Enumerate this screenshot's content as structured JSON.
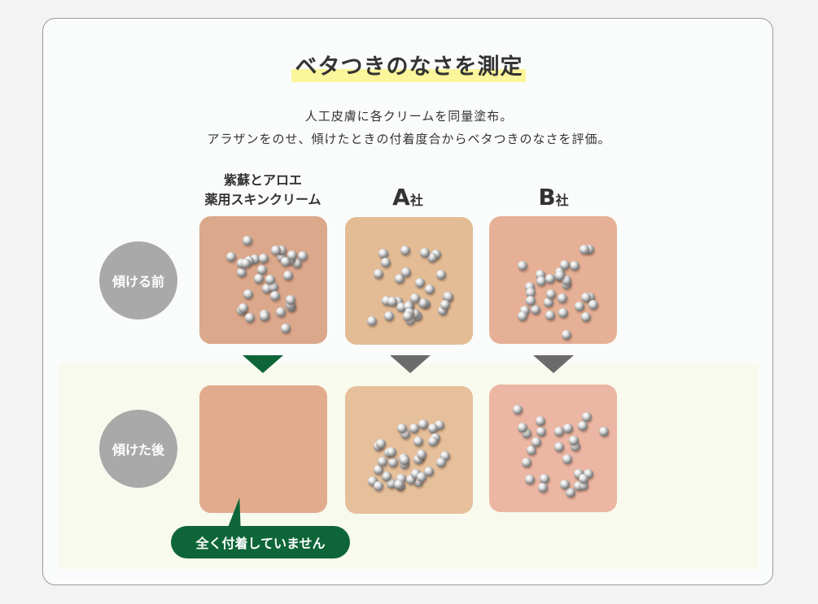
{
  "title": "ベタつきのなさを測定",
  "description": [
    "人工皮膚に各クリームを同量塗布。",
    "アラザンをのせ、傾けたときの付着度合からベタつきのなさを評価。"
  ],
  "columns": [
    {
      "label_line1": "紫蘇とアロエ",
      "label_line2": "薬用スキンクリーム"
    },
    {
      "label": "A",
      "suffix": "社"
    },
    {
      "label": "B",
      "suffix": "社"
    }
  ],
  "rows": [
    {
      "label": "傾ける前"
    },
    {
      "label": "傾けた後"
    }
  ],
  "callout": "全く付着していません",
  "colors": {
    "accent": "#0e6638",
    "highlight": "#fbf59b",
    "circle": "#a9a9a9",
    "arrow": "#6b6b6b",
    "band": "#f9faee"
  }
}
